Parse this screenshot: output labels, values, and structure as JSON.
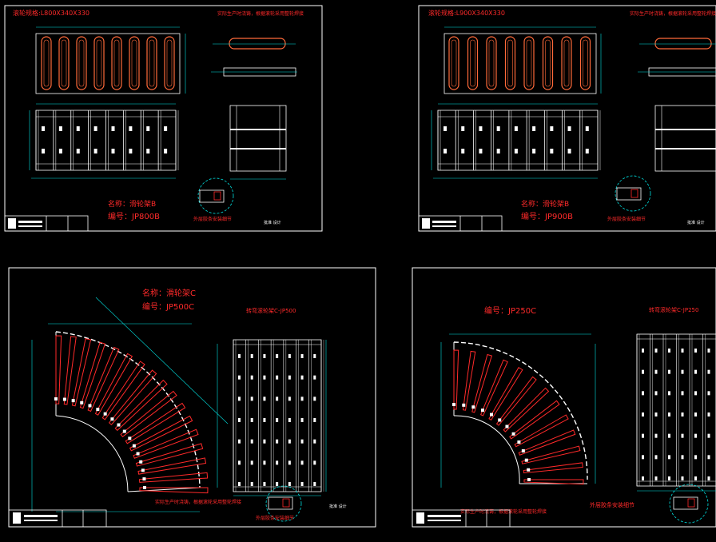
{
  "sheets": [
    {
      "id": "sheet1",
      "dims_header": "滚轮规格:L800X340X330",
      "note": "实际生产时浇铸，根据滚轮采用整轮焊接",
      "name": "名称：滑轮架B",
      "code": "编号：JP800B",
      "detail_label": "外层胶条安装细节",
      "footer_mid": "批准 设计"
    },
    {
      "id": "sheet2",
      "dims_header": "滚轮规格:L900X340X330",
      "note": "实际生产时浇铸，根据滚轮采用整轮焊接",
      "name": "名称：滑轮架B",
      "code": "编号：JP900B",
      "detail_label": "外层胶条安装细节",
      "footer_mid": "批准 设计"
    },
    {
      "id": "sheet3",
      "name": "名称：滑轮架C",
      "code": "编号：JP500C",
      "table_title": "转弯滚轮架C-JP500",
      "note": "实际生产时浇铸，根据滚轮采用整轮焊接",
      "detail_label": "外层胶条安装细节",
      "footer_mid": "批准 设计"
    },
    {
      "id": "sheet4",
      "code": "编号：JP250C",
      "table_title": "转弯滚轮架C-JP250",
      "note": "实际生产时浇铸，根据滚轮采用整轮焊接",
      "detail_label": "外层胶条安装细节"
    }
  ],
  "colors": {
    "frame": "#ffffff",
    "dimension": "#00e0e0",
    "part": "#ff2a2a",
    "hidden": "#9fe8ff"
  }
}
